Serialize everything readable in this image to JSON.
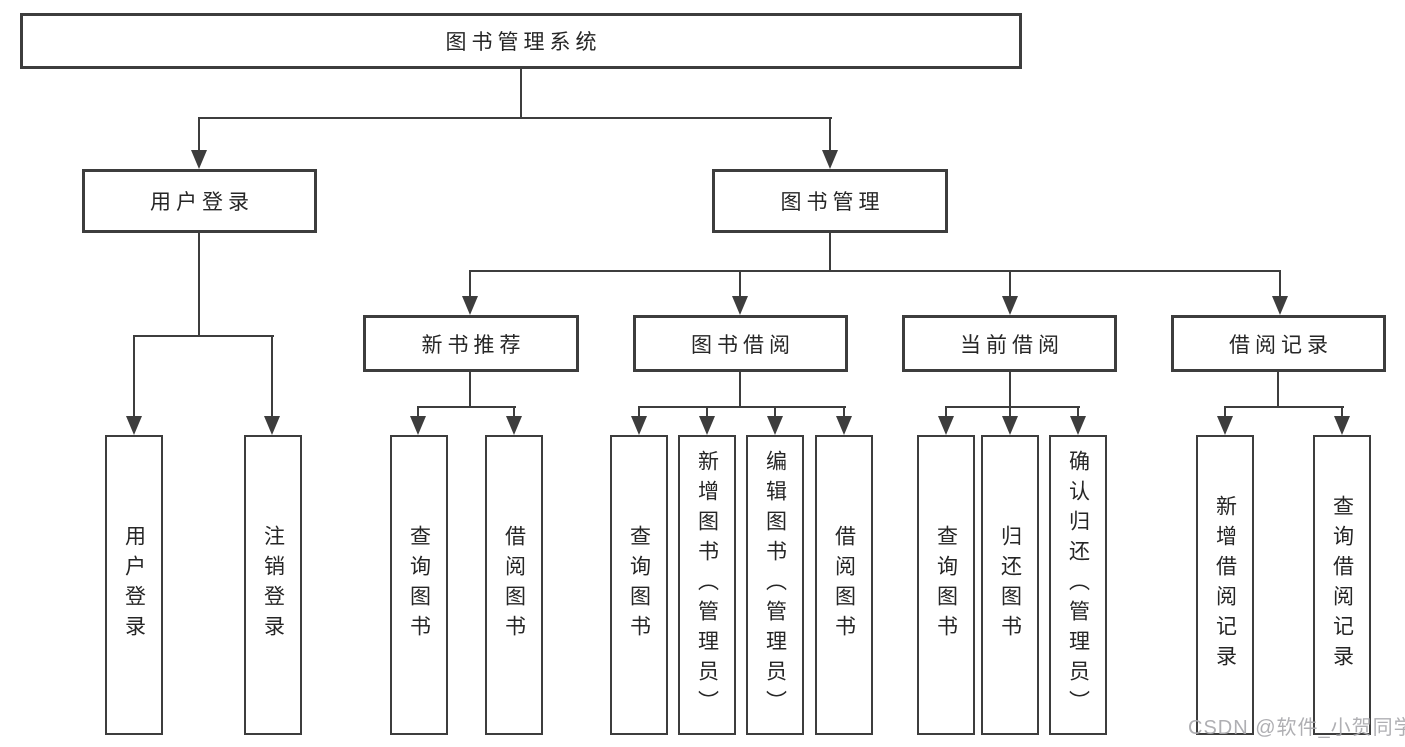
{
  "diagram": {
    "root": {
      "label": "图书管理系统"
    },
    "branches": [
      {
        "label": "用户登录",
        "children": [
          {
            "label": "用户登录"
          },
          {
            "label": "注销登录"
          }
        ]
      },
      {
        "label": "图书管理",
        "children": [
          {
            "label": "新书推荐",
            "children": [
              {
                "label": "查询图书"
              },
              {
                "label": "借阅图书"
              }
            ]
          },
          {
            "label": "图书借阅",
            "children": [
              {
                "label": "查询图书"
              },
              {
                "label": "新增图书（管理员）"
              },
              {
                "label": "编辑图书（管理员）"
              },
              {
                "label": "借阅图书"
              }
            ]
          },
          {
            "label": "当前借阅",
            "children": [
              {
                "label": "查询图书"
              },
              {
                "label": "归还图书"
              },
              {
                "label": "确认归还（管理员）"
              }
            ]
          },
          {
            "label": "借阅记录",
            "children": [
              {
                "label": "新增借阅记录"
              },
              {
                "label": "查询借阅记录"
              }
            ]
          }
        ]
      }
    ],
    "watermark": "CSDN @软件_小贺同学",
    "colors": {
      "line": "#3d3d3d",
      "text": "#262626",
      "watermark": "#a9a9ad",
      "background": "#ffffff"
    }
  }
}
